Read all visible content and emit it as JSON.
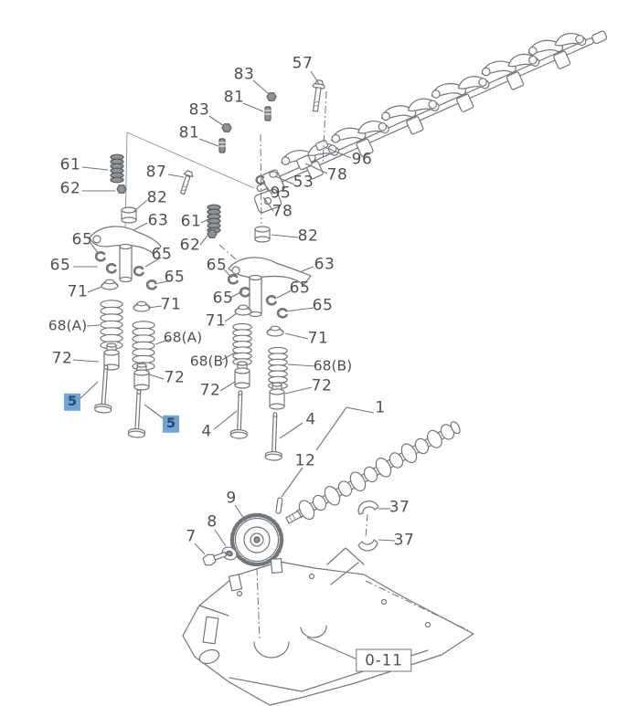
{
  "reference": {
    "text": "0-11"
  },
  "colors": {
    "line": "#70767b",
    "label_text": "#4d5154",
    "highlight_bg": "#72a3d4",
    "highlight_text": "#274b72",
    "background": "#ffffff"
  },
  "callouts": [
    {
      "text": "83"
    },
    {
      "text": "57"
    },
    {
      "text": "81"
    },
    {
      "text": "83"
    },
    {
      "text": "81"
    },
    {
      "text": "96"
    },
    {
      "text": "78"
    },
    {
      "text": "61"
    },
    {
      "text": "62"
    },
    {
      "text": "87"
    },
    {
      "text": "82"
    },
    {
      "text": "63"
    },
    {
      "text": "53"
    },
    {
      "text": "95"
    },
    {
      "text": "78"
    },
    {
      "text": "61"
    },
    {
      "text": "62"
    },
    {
      "text": "82"
    },
    {
      "text": "63"
    },
    {
      "text": "65"
    },
    {
      "text": "65"
    },
    {
      "text": "65"
    },
    {
      "text": "65"
    },
    {
      "text": "65"
    },
    {
      "text": "65"
    },
    {
      "text": "65"
    },
    {
      "text": "65"
    },
    {
      "text": "71"
    },
    {
      "text": "71"
    },
    {
      "text": "71"
    },
    {
      "text": "71"
    },
    {
      "text": "68(A)"
    },
    {
      "text": "68(A)"
    },
    {
      "text": "68(B)"
    },
    {
      "text": "68(B)"
    },
    {
      "text": "72"
    },
    {
      "text": "72"
    },
    {
      "text": "72"
    },
    {
      "text": "72"
    },
    {
      "text": "5",
      "highlighted": true
    },
    {
      "text": "5",
      "highlighted": true
    },
    {
      "text": "4"
    },
    {
      "text": "4"
    },
    {
      "text": "1"
    },
    {
      "text": "12"
    },
    {
      "text": "9"
    },
    {
      "text": "8"
    },
    {
      "text": "7"
    },
    {
      "text": "37"
    },
    {
      "text": "37"
    }
  ]
}
